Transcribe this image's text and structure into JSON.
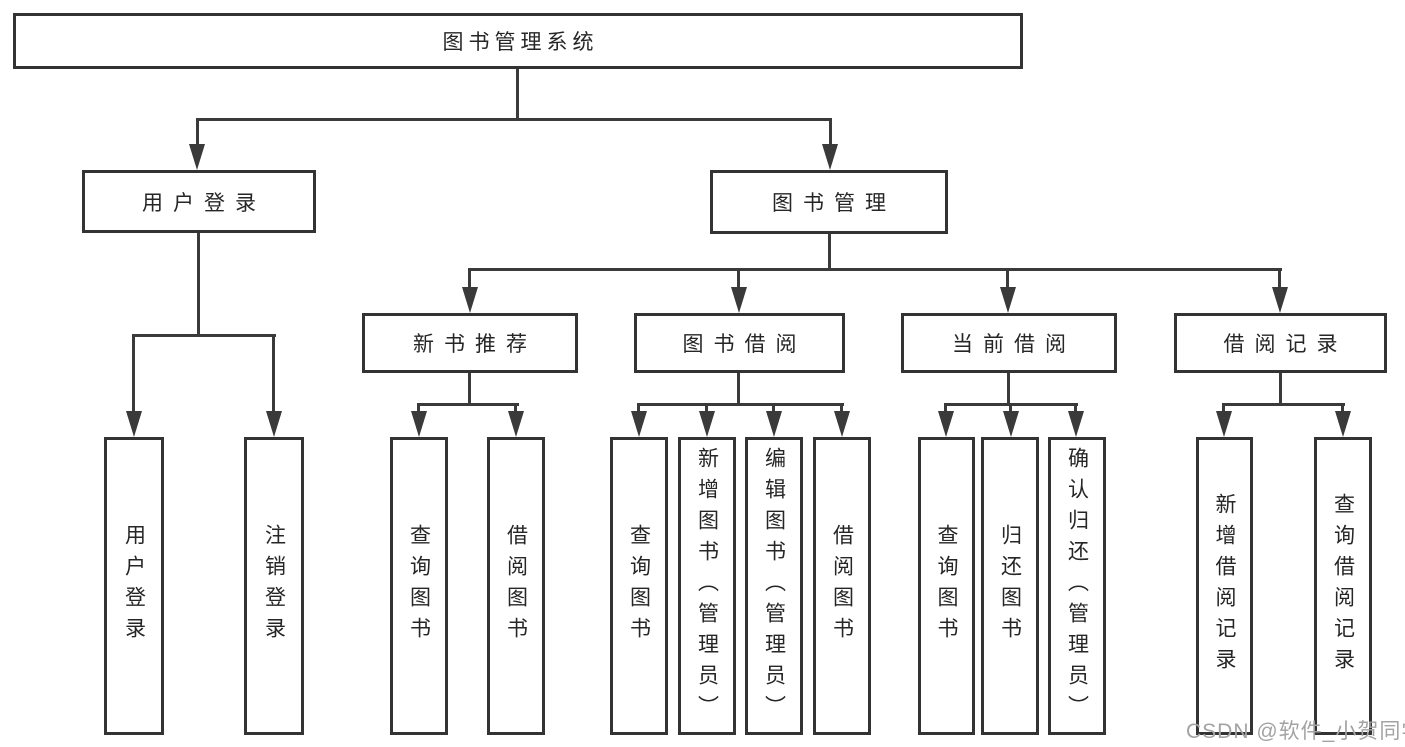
{
  "diagram": {
    "root": "图书管理系统",
    "level2": [
      "用户登录",
      "图书管理"
    ],
    "level3": [
      "新书推荐",
      "图书借阅",
      "当前借阅",
      "借阅记录"
    ],
    "leaves": [
      "用户登录",
      "注销登录",
      "查询图书",
      "借阅图书",
      "查询图书",
      "新增图书（管理员）",
      "编辑图书（管理员）",
      "借阅图书",
      "查询图书",
      "归还图书",
      "确认归还（管理员）",
      "新增借阅记录",
      "查询借阅记录"
    ],
    "colors": {
      "line": "#3a3a3a",
      "box_border": "#333333",
      "box_fill": "#ffffff",
      "text": "#262626",
      "watermark": "#a3a3a3"
    }
  },
  "watermark": "CSDN @软件_小贺同学"
}
